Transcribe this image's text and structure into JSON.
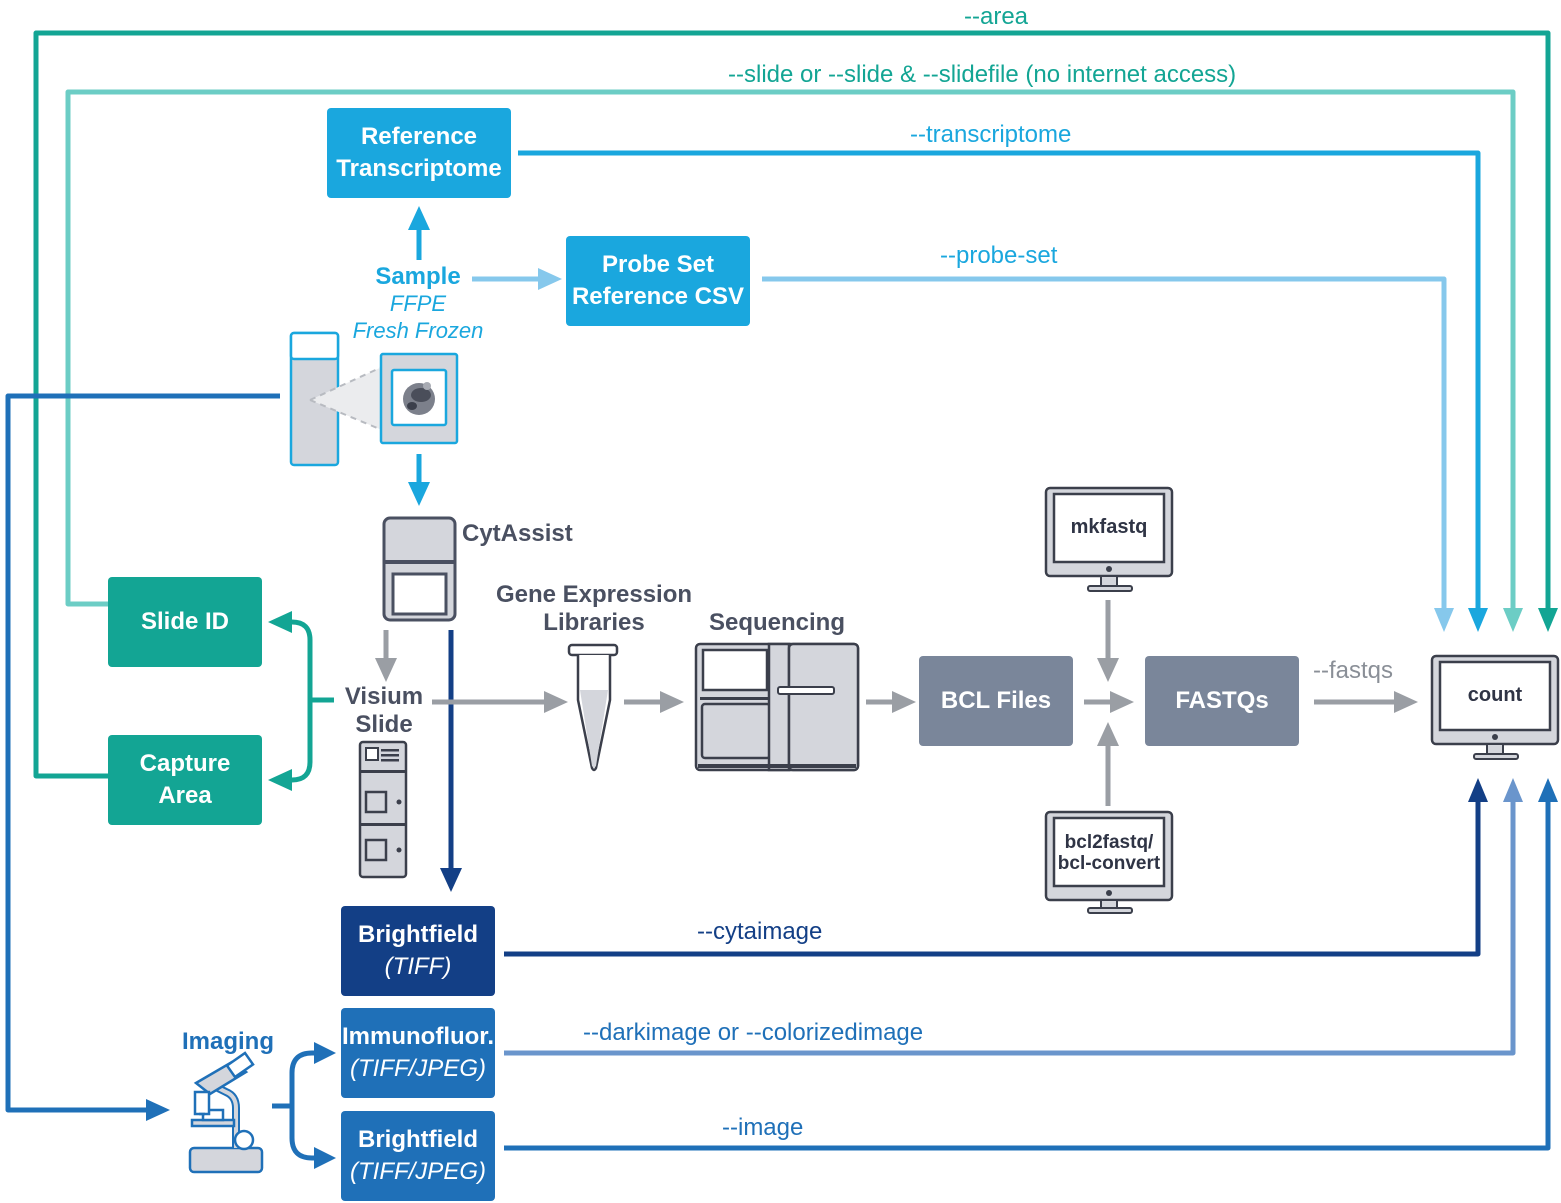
{
  "colors": {
    "area": "#13A594",
    "slide": "#6CCDC5",
    "teal_box": "#13A594",
    "transcriptome": "#1AA7DE",
    "probe": "#86C8EC",
    "gray": "#9A9EA4",
    "gray_box": "#7A869A",
    "cyta": "#133F86",
    "dark": "#6A95CC",
    "image": "#1F70B8"
  },
  "flags": {
    "area": "--area",
    "slide": "--slide or --slide & --slidefile (no internet access)",
    "transcriptome": "--transcriptome",
    "probe_set": "--probe-set",
    "fastqs": "--fastqs",
    "cytaimage": "--cytaimage",
    "darkimage": "--darkimage or --colorizedimage",
    "image": "--image"
  },
  "boxes": {
    "reference_transcriptome": {
      "line1": "Reference",
      "line2": "Transcriptome"
    },
    "probe_set": {
      "line1": "Probe Set",
      "line2": "Reference CSV"
    },
    "slide_id": {
      "line1": "Slide ID"
    },
    "capture_area": {
      "line1": "Capture",
      "line2": "Area"
    },
    "bcl_files": {
      "line1": "BCL Files"
    },
    "fastqs": {
      "line1": "FASTQs"
    },
    "brightfield_cyta": {
      "line1": "Brightfield",
      "line2": "(TIFF)"
    },
    "immunofluor": {
      "line1": "Immunofluor.",
      "line2": "(TIFF/JPEG)"
    },
    "brightfield_image": {
      "line1": "Brightfield",
      "line2": "(TIFF/JPEG)"
    }
  },
  "sample": {
    "title": "Sample",
    "type1": "FFPE",
    "type2": "Fresh Frozen"
  },
  "labels": {
    "cytassist": "CytAssist",
    "visium_line1": "Visium",
    "visium_line2": "Slide",
    "gex_line1": "Gene Expression",
    "gex_line2": "Libraries",
    "sequencing": "Sequencing",
    "imaging": "Imaging"
  },
  "monitors": {
    "mkfastq": "mkfastq",
    "bcl2fastq_line1": "bcl2fastq/",
    "bcl2fastq_line2": "bcl-convert",
    "count": "count"
  },
  "icons": [
    "tissue-block-icon",
    "tissue-section-icon",
    "cytassist-instrument-icon",
    "visium-slide-icon",
    "library-tube-icon",
    "sequencer-icon",
    "microscope-icon",
    "computer-monitor-icon"
  ]
}
